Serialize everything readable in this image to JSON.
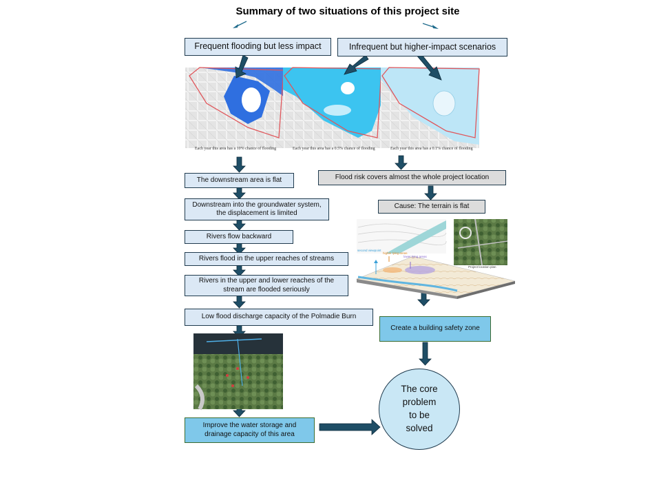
{
  "title": "Summary of two situations of this project site",
  "headers": {
    "left": "Frequent flooding but less impact",
    "right": "Infrequent but higher-impact scenarios"
  },
  "maps": [
    {
      "caption": "Each year this area has a 10% chance of flooding"
    },
    {
      "caption": "Each year this area has a 0.5% chance of flooding"
    },
    {
      "caption": "Each year this area has a 0.1% chance of flooding"
    }
  ],
  "left_chain": [
    "The downstream area is flat",
    "Downstream into the groundwater system, the displacement is limited",
    "Rivers flow backward",
    "Rivers flood in the upper reaches of streams",
    "Rivers in the upper and lower reaches of the stream are flooded seriously",
    "Low flood discharge capacity of the Polmadie Burn"
  ],
  "right_chain": [
    "Flood risk covers almost the whole project location",
    "Cause: The terrain is flat"
  ],
  "terrain_labels": {
    "legend_blue": "second viewpoint",
    "legend_orange": "higher lying areas",
    "legend_purple": "lower lying areas",
    "plan_caption": "Project location plan"
  },
  "solutions": {
    "left": "Improve the water storage and drainage capacity of this area",
    "right": "Create a building safety zone"
  },
  "core": "The core problem to be solved",
  "colors": {
    "arrow": "#1f4e66",
    "box_light": "#dbe8f5",
    "box_cyan": "#7fc8ea",
    "box_grey": "#dcdcdc",
    "circle": "#c9e7f5",
    "flood_deep": "#2f6fe0",
    "flood_cyan": "#3cc4f0",
    "flood_pale": "#bde6f7"
  }
}
